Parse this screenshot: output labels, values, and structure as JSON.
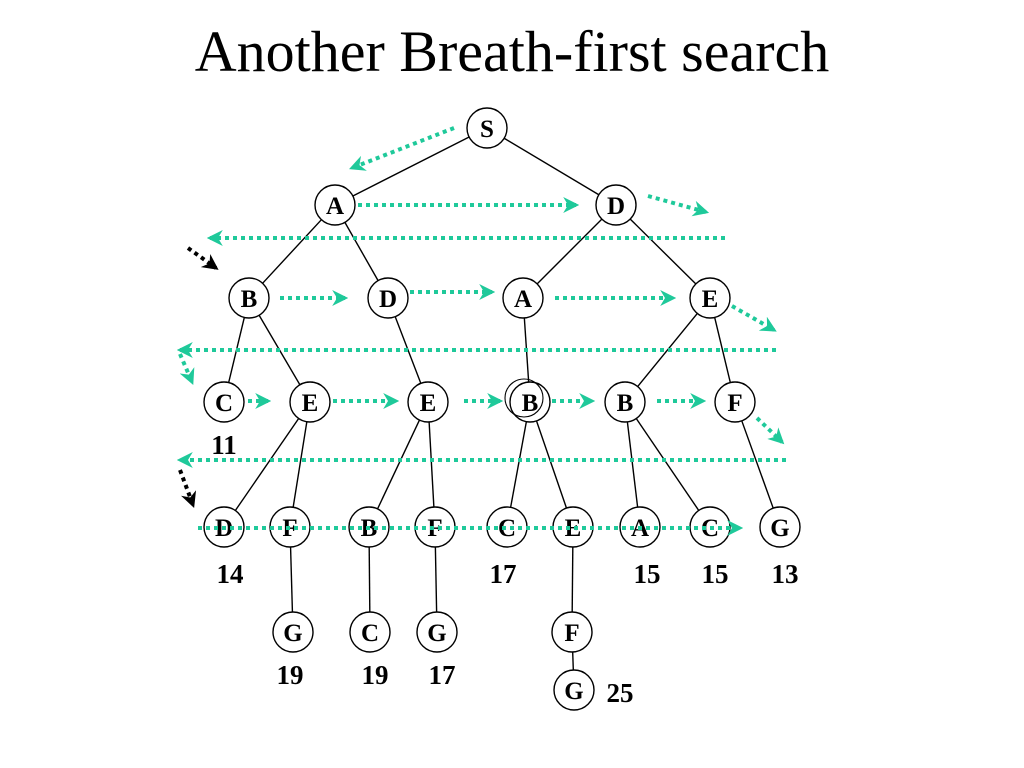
{
  "title": "Another Breath-first search",
  "colors": {
    "arrow": "#1fc99a",
    "black_arrow": "#000000",
    "line": "#000000"
  },
  "nodes": [
    {
      "id": "S",
      "label": "S"
    },
    {
      "id": "A1",
      "label": "A"
    },
    {
      "id": "D1",
      "label": "D"
    },
    {
      "id": "B2",
      "label": "B"
    },
    {
      "id": "D2",
      "label": "D"
    },
    {
      "id": "A2",
      "label": "A"
    },
    {
      "id": "E2",
      "label": "E"
    },
    {
      "id": "C3",
      "label": "C"
    },
    {
      "id": "E3a",
      "label": "E"
    },
    {
      "id": "E3b",
      "label": "E"
    },
    {
      "id": "B3a",
      "label": "B"
    },
    {
      "id": "B3b",
      "label": "B"
    },
    {
      "id": "F3",
      "label": "F"
    },
    {
      "id": "D4",
      "label": "D"
    },
    {
      "id": "F4a",
      "label": "F"
    },
    {
      "id": "B4",
      "label": "B"
    },
    {
      "id": "F4b",
      "label": "F"
    },
    {
      "id": "C4a",
      "label": "C"
    },
    {
      "id": "E4",
      "label": "E"
    },
    {
      "id": "A4",
      "label": "A"
    },
    {
      "id": "C4b",
      "label": "C"
    },
    {
      "id": "G4",
      "label": "G"
    },
    {
      "id": "G5a",
      "label": "G"
    },
    {
      "id": "C5",
      "label": "C"
    },
    {
      "id": "G5b",
      "label": "G"
    },
    {
      "id": "F5",
      "label": "F"
    },
    {
      "id": "G6",
      "label": "G"
    }
  ],
  "edges": [
    [
      "S",
      "A1"
    ],
    [
      "S",
      "D1"
    ],
    [
      "A1",
      "B2"
    ],
    [
      "A1",
      "D2"
    ],
    [
      "D1",
      "A2"
    ],
    [
      "D1",
      "E2"
    ],
    [
      "B2",
      "C3"
    ],
    [
      "B2",
      "E3a"
    ],
    [
      "D2",
      "E3b"
    ],
    [
      "A2",
      "B3a"
    ],
    [
      "E2",
      "B3b"
    ],
    [
      "E2",
      "F3"
    ],
    [
      "E3a",
      "D4"
    ],
    [
      "E3a",
      "F4a"
    ],
    [
      "E3b",
      "B4"
    ],
    [
      "E3b",
      "F4b"
    ],
    [
      "B3a",
      "C4a"
    ],
    [
      "B3a",
      "E4"
    ],
    [
      "B3b",
      "A4"
    ],
    [
      "B3b",
      "C4b"
    ],
    [
      "F3",
      "G4"
    ],
    [
      "F4a",
      "G5a"
    ],
    [
      "B4",
      "C5"
    ],
    [
      "F4b",
      "G5b"
    ],
    [
      "E4",
      "F5"
    ],
    [
      "F5",
      "G6"
    ]
  ],
  "costs": [
    {
      "node": "C3",
      "label": "11"
    },
    {
      "node": "D4",
      "label": "14"
    },
    {
      "node": "C4a",
      "label": "17"
    },
    {
      "node": "A4",
      "label": "15"
    },
    {
      "node": "C4b",
      "label": "15"
    },
    {
      "node": "G4",
      "label": "13"
    },
    {
      "node": "G5a",
      "label": "19"
    },
    {
      "node": "C5",
      "label": "19"
    },
    {
      "node": "G5b",
      "label": "17"
    },
    {
      "node": "G6",
      "label": "25"
    }
  ]
}
